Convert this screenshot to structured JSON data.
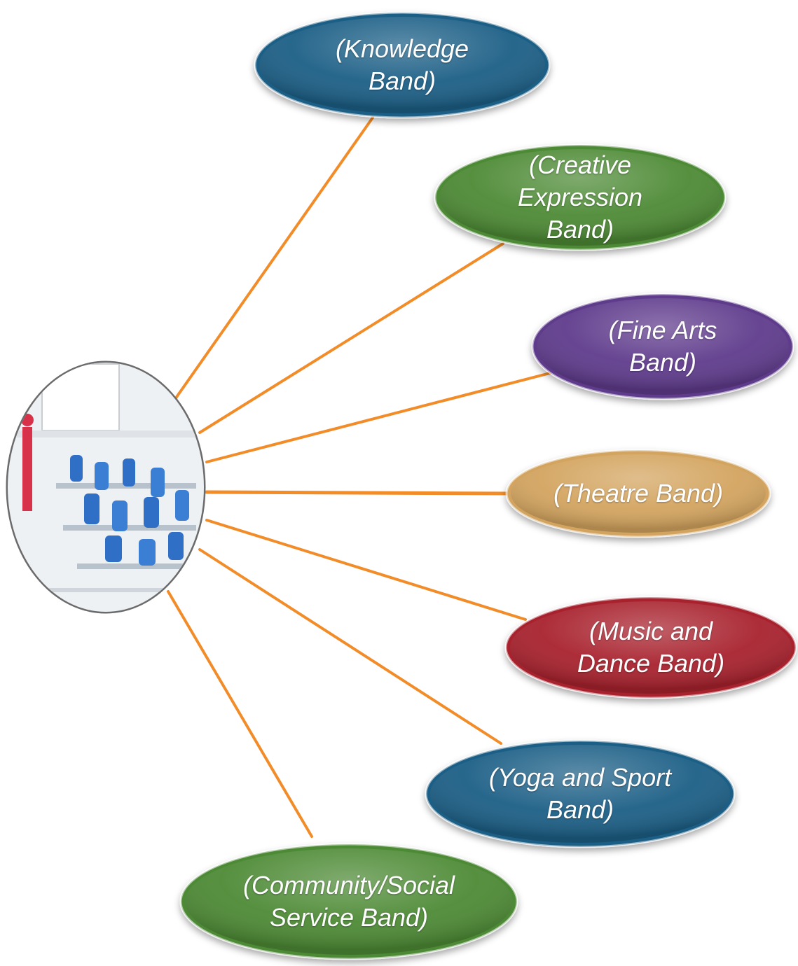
{
  "diagram": {
    "center": {
      "icon": "classroom-photo",
      "line_color": "#f28c28"
    },
    "bands": [
      {
        "id": "knowledge",
        "label": "(Knowledge\nBand)",
        "color": "#1d5f86"
      },
      {
        "id": "creative-expression",
        "label": "(Creative\nExpression\nBand)",
        "color": "#4e8a36"
      },
      {
        "id": "fine-arts",
        "label": "(Fine Arts\nBand)",
        "color": "#5e3a8c"
      },
      {
        "id": "theatre",
        "label": "(Theatre Band)",
        "color": "#d3a45e"
      },
      {
        "id": "music-dance",
        "label": "(Music and\nDance Band)",
        "color": "#a8232f"
      },
      {
        "id": "yoga-sport",
        "label": "(Yoga and Sport\nBand)",
        "color": "#1d5f86"
      },
      {
        "id": "community-service",
        "label": "(Community/Social\nService Band)",
        "color": "#4e8a36"
      }
    ]
  }
}
